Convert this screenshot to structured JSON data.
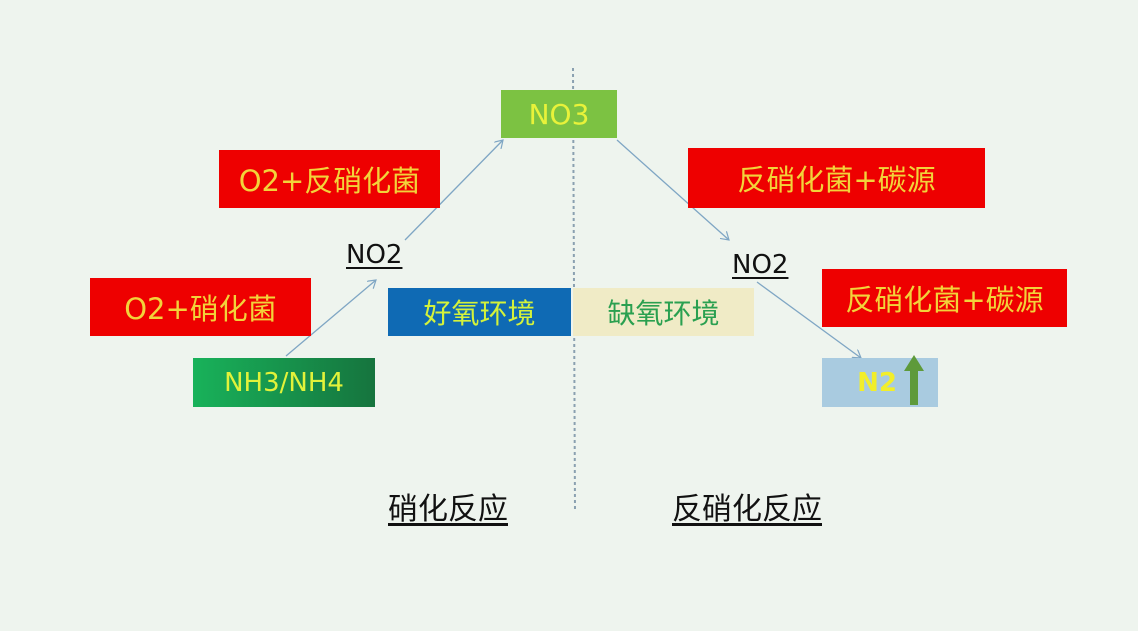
{
  "diagram": {
    "title_left": "硝化反应",
    "title_right": "反硝化反应",
    "nodes": {
      "nh3": "NH3/NH4",
      "no2_left": "NO2",
      "no3": "NO3",
      "no2_right": "NO2",
      "n2": "N2"
    },
    "conditions": {
      "o2_nitrifying": "O2+硝化菌",
      "o2_denitrifying": "O2+反硝化菌",
      "denitrifying_carbon_1": "反硝化菌+碳源",
      "denitrifying_carbon_2": "反硝化菌+碳源"
    },
    "environments": {
      "aerobic": "好氧环境",
      "anoxic": "缺氧环境"
    },
    "colors": {
      "background": "#eef4ee",
      "condition_box": "#ee0000",
      "condition_text": "#f2d33a",
      "no3_box": "#7cc242",
      "nh3_box": "#1a9a4a",
      "aerobic_box": "#0f6ab4",
      "anoxic_box": "#f0ebc6",
      "n2_box": "#a9cbe0",
      "arrow": "#7fa6c4",
      "up_arrow": "#5e9a3a"
    }
  }
}
